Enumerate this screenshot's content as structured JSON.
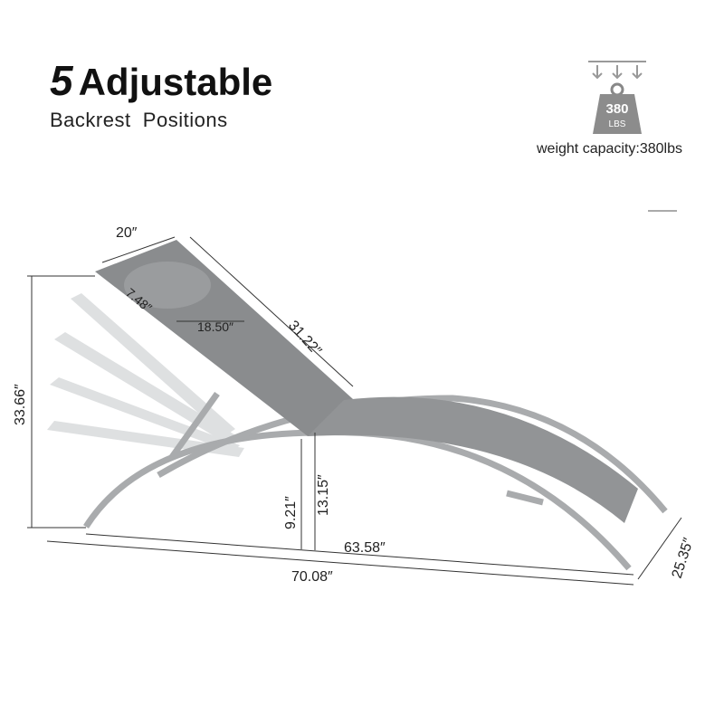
{
  "heading": {
    "number": "5",
    "word": "Adjustable",
    "subtitle": "Backrest  Positions"
  },
  "weight": {
    "badge_value": "380",
    "badge_unit": "LBS",
    "caption": "weight capacity:380lbs",
    "icon": "weight-icon"
  },
  "dimensions": {
    "width": "20″",
    "pillow_height": "7.48″",
    "pillow_width": "18.50″",
    "backrest_length": "31.22″",
    "total_height": "33.66″",
    "seat_height_low": "9.21″",
    "seat_height_high": "13.15″",
    "inner_length": "63.58″",
    "total_length": "70.08″",
    "total_width": "25.35″"
  },
  "colors": {
    "chair": "#8a8c8e",
    "frame": "#a9abad",
    "text": "#222222"
  }
}
